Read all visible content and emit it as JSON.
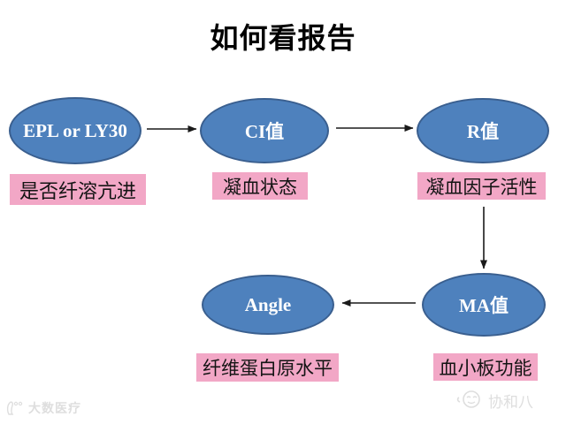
{
  "title": "如何看报告",
  "diagram": {
    "nodes": [
      {
        "label": "EPL or LY30",
        "meaning": "是否纤溶亢进"
      },
      {
        "label": "CI值",
        "meaning": "凝血状态"
      },
      {
        "label": "R值",
        "meaning": "凝血因子活性"
      },
      {
        "label": "Angle",
        "meaning": "纤维蛋白原水平"
      },
      {
        "label": "MA值",
        "meaning": "血小板功能"
      }
    ],
    "edges": [
      {
        "from": "EPL or LY30",
        "to": "CI值"
      },
      {
        "from": "CI值",
        "to": "R值"
      },
      {
        "from": "R值",
        "to": "MA值"
      },
      {
        "from": "MA值",
        "to": "Angle"
      }
    ]
  },
  "colors": {
    "node_fill": "#4E81BD",
    "node_border": "#3A5F8F",
    "label_bg": "#F2A7C6",
    "arrow": "#1A1A1A",
    "watermark": "#DEDEDE"
  },
  "watermarks": {
    "bottom_left": "大数医疗",
    "bottom_right": "协和八"
  }
}
